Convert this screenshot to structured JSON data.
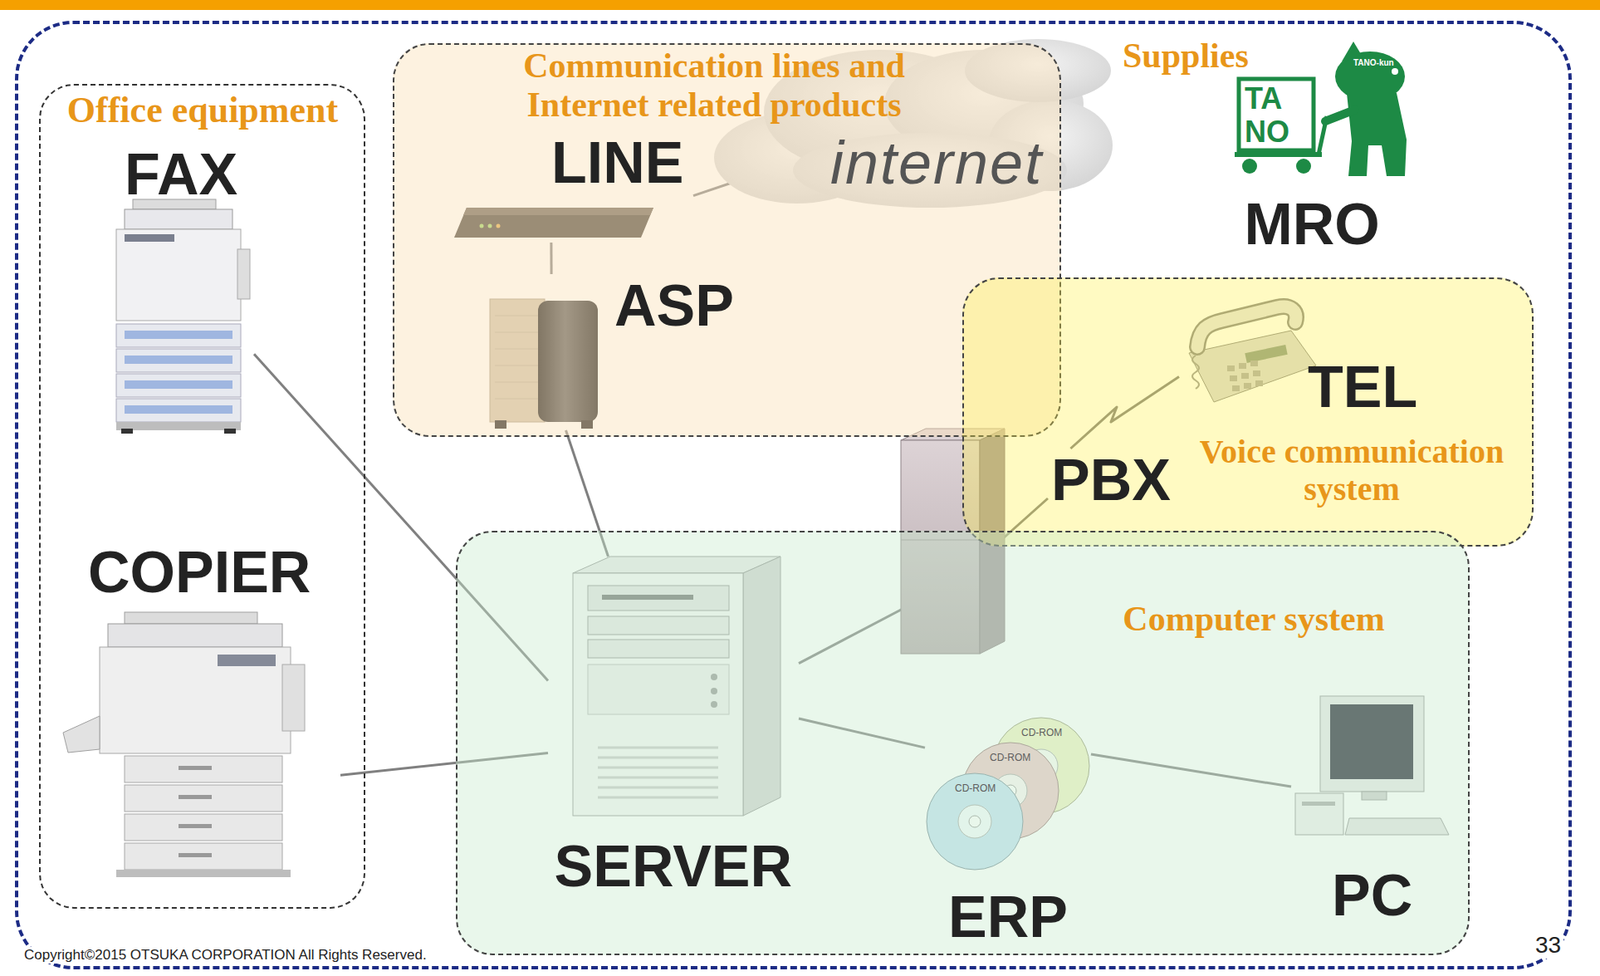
{
  "diagram": {
    "nodes": [
      {
        "text": [
          "Supplies"
        ]
      },
      {
        "text": [
          "Office equipment"
        ],
        "in": 0
      },
      {
        "text": [
          "FAX"
        ],
        "in": 1
      },
      {
        "text": [
          "COPIER"
        ],
        "in": 1
      },
      {
        "text": [
          "Communication lines and Internet related products"
        ],
        "in": 0
      },
      {
        "text": [
          "LINE"
        ],
        "in": 4
      },
      {
        "text": [
          "internet"
        ],
        "in": 4
      },
      {
        "text": [
          "ASP"
        ],
        "in": 4
      },
      {
        "text": [
          "MRO"
        ],
        "in": 0
      },
      {
        "text": [
          "Voice communication system"
        ],
        "in": 0
      },
      {
        "text": [
          "TEL"
        ],
        "in": 9
      },
      {
        "text": [
          "PBX"
        ],
        "in": 9
      },
      {
        "text": [
          "Computer system"
        ],
        "in": 0
      },
      {
        "text": [
          "SERVER"
        ],
        "in": 12
      },
      {
        "text": [
          "ERP"
        ],
        "in": 12
      },
      {
        "text": [
          "PC"
        ],
        "in": 12
      }
    ],
    "edges": [
      {
        "from": 2,
        "to": 13,
        "arrow": "none"
      },
      {
        "from": 3,
        "to": 13,
        "arrow": "none"
      },
      {
        "from": 7,
        "to": 13,
        "arrow": "none"
      },
      {
        "from": 11,
        "to": 13,
        "arrow": "none"
      },
      {
        "from": 13,
        "to": 14,
        "arrow": "none"
      },
      {
        "from": 14,
        "to": 15,
        "arrow": "none"
      },
      {
        "from": 5,
        "to": 6,
        "arrow": "none"
      },
      {
        "from": 5,
        "to": 7,
        "arrow": "none"
      },
      {
        "from": 11,
        "to": 10,
        "arrow": "none"
      }
    ],
    "labels": [
      "TANO",
      "TANO-kun",
      "CD-ROM",
      "CD-ROM",
      "CD-ROM",
      "Copyright©2015 OTSUKA CORPORATION All Rights Reserved.",
      "33"
    ]
  }
}
